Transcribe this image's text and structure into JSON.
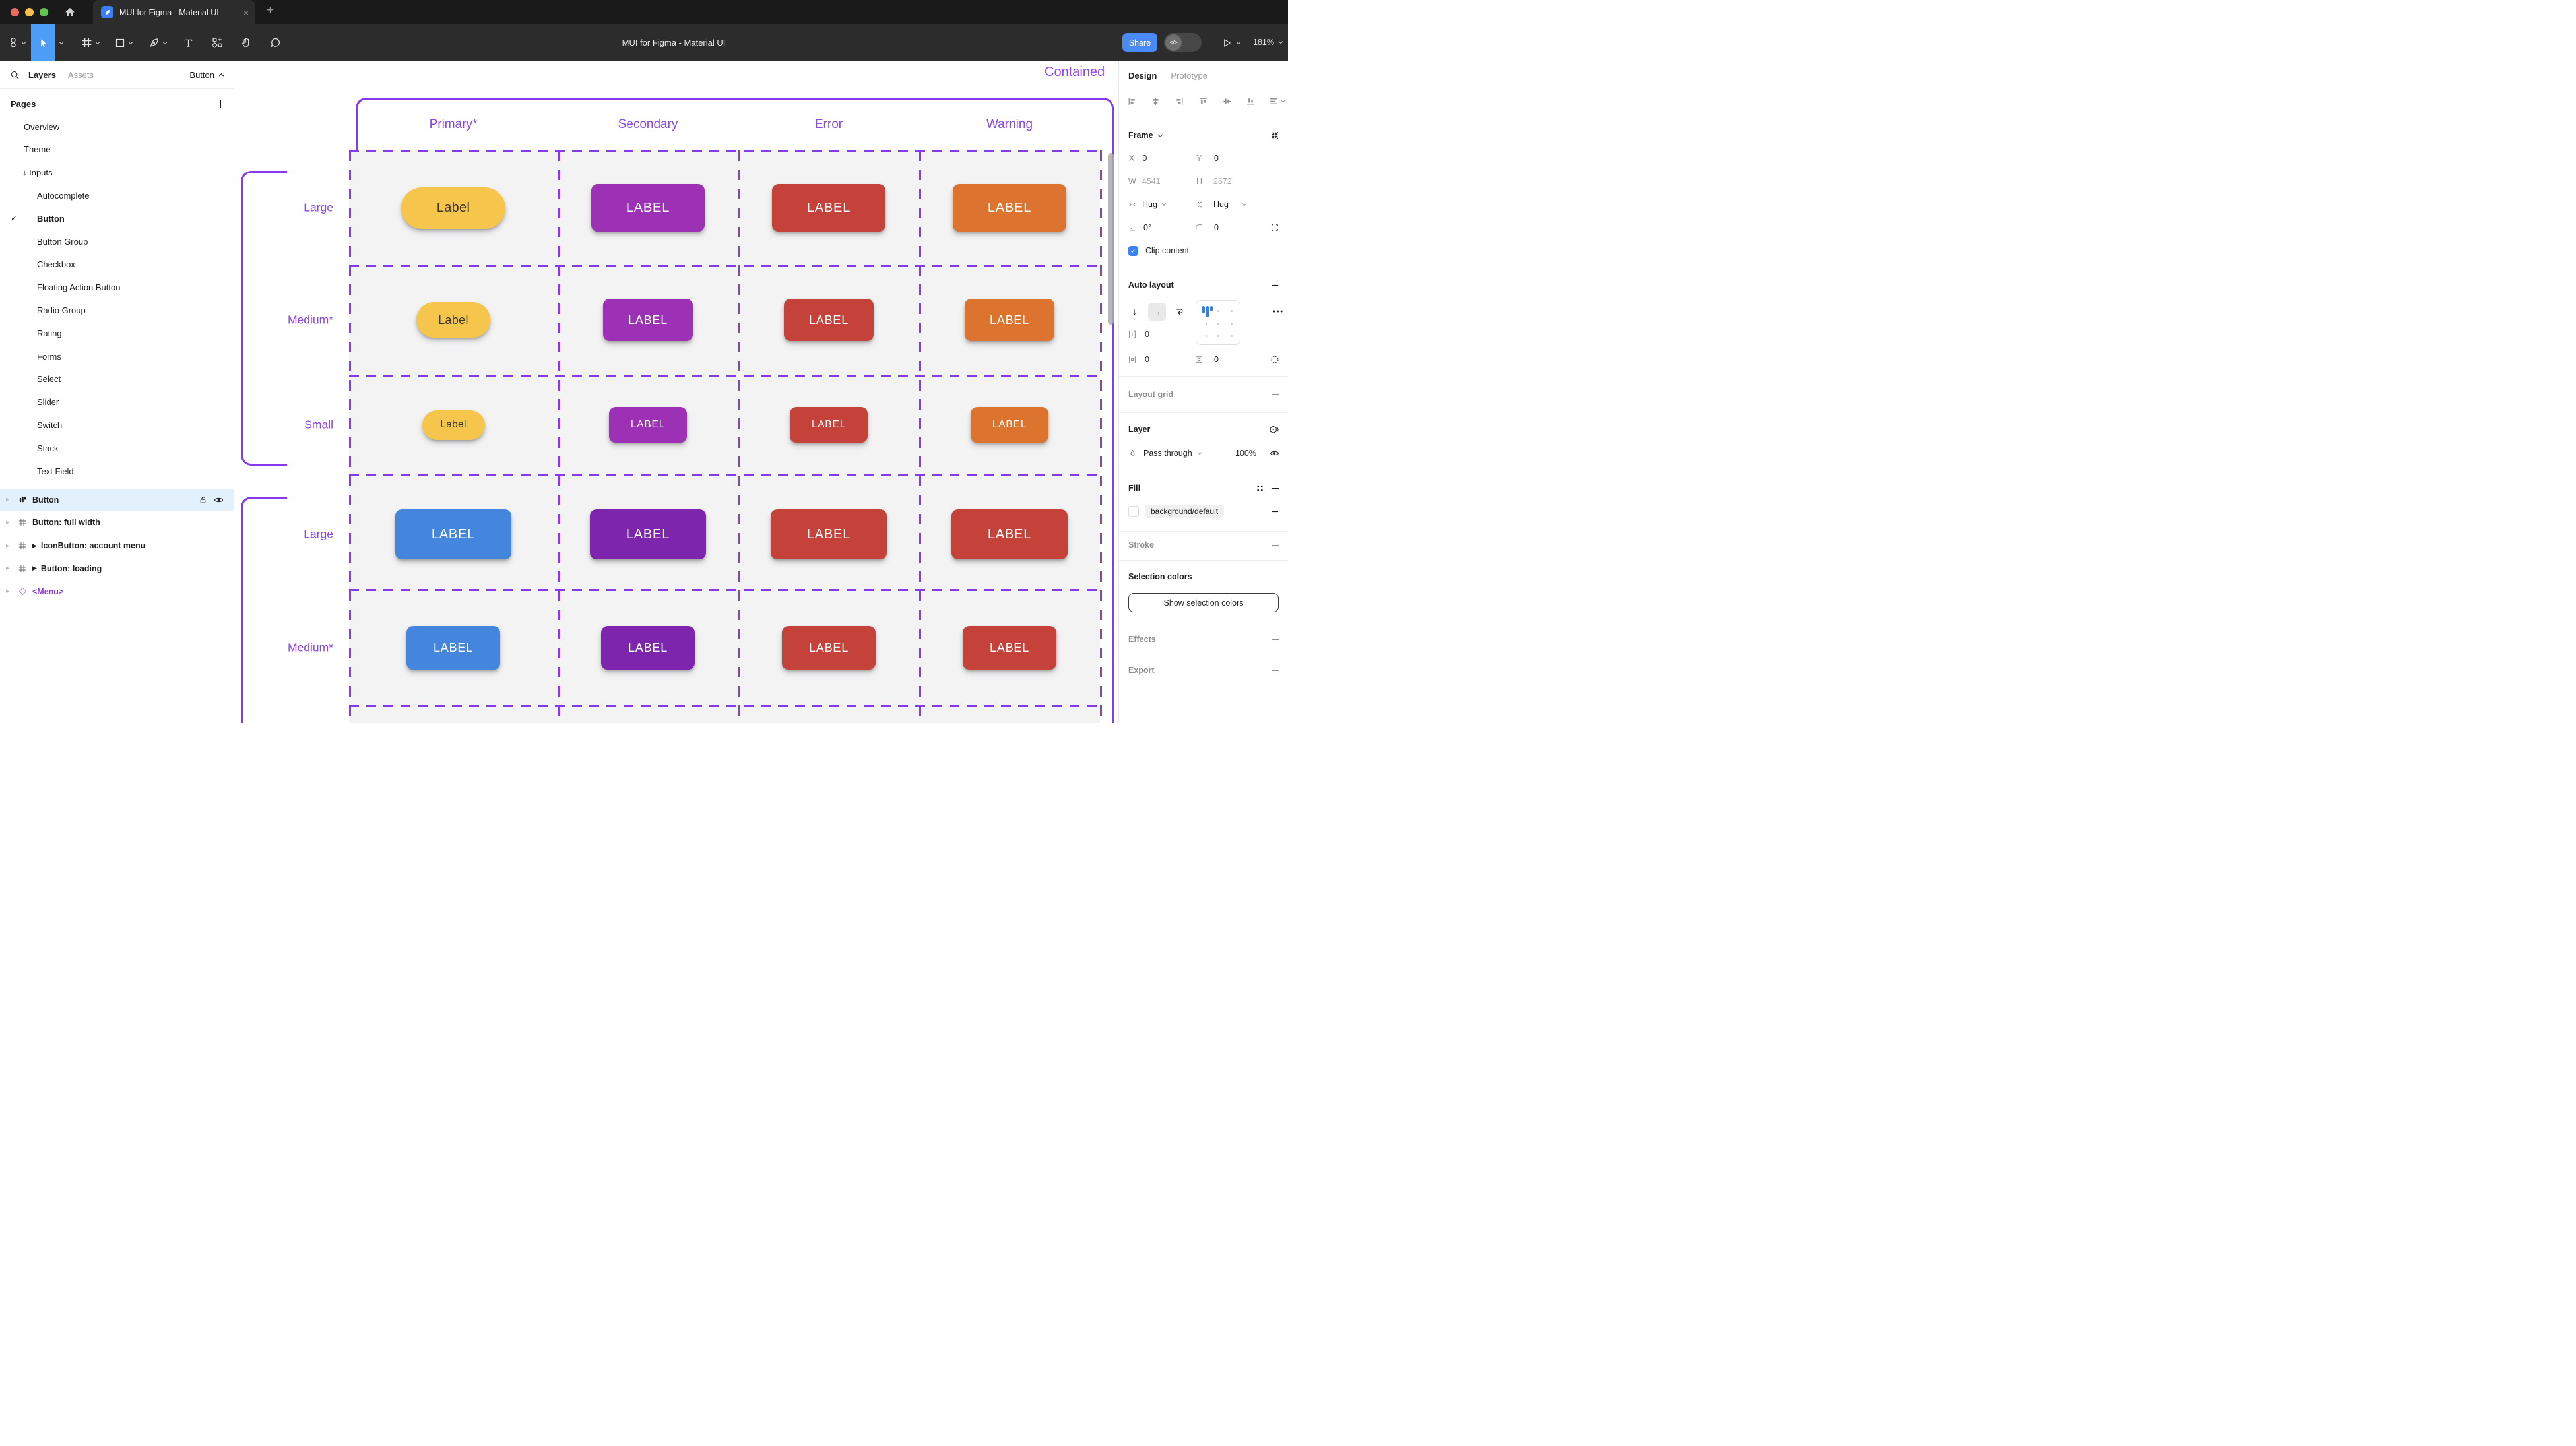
{
  "colors": {
    "accent_blue": "#4d9df6",
    "share_blue": "#4a8af6",
    "figma_purple": "#8639f0",
    "selected_row": "#e3f1fd",
    "cell_gray": "#f3f3f4",
    "yellow": "#f5c64b",
    "yellow_text": "#3e382a",
    "secondary_purple": "#9c31b6",
    "error_red": "#c5423a",
    "warning_orange": "#dc7430",
    "contained_blue": "#4486de",
    "contained_purple": "#7d26ad"
  },
  "window": {
    "tab_title": "MUI for Figma - Material UI",
    "close_glyph": "×",
    "new_tab_glyph": "+"
  },
  "toolbar": {
    "doc_title": "MUI for Figma - Material UI",
    "share_label": "Share",
    "dev_toggle_glyph": "</>",
    "zoom_level": "181%"
  },
  "sidebar": {
    "tab_layers": "Layers",
    "tab_assets": "Assets",
    "jump_label": "Button",
    "pages_title": "Pages",
    "pages": [
      {
        "label": "Overview",
        "level": 1
      },
      {
        "label": "Theme",
        "level": 1
      },
      {
        "label": "Inputs",
        "level": 1,
        "prefix": "↓"
      },
      {
        "label": "Autocomplete",
        "level": 2
      },
      {
        "label": "Button",
        "level": 2,
        "checked": true,
        "bold": true
      },
      {
        "label": "Button Group",
        "level": 2
      },
      {
        "label": "Checkbox",
        "level": 2
      },
      {
        "label": "Floating Action Button",
        "level": 2
      },
      {
        "label": "Radio Group",
        "level": 2
      },
      {
        "label": "Rating",
        "level": 2
      },
      {
        "label": "Forms",
        "level": 2
      },
      {
        "label": "Select",
        "level": 2
      },
      {
        "label": "Slider",
        "level": 2
      },
      {
        "label": "Switch",
        "level": 2
      },
      {
        "label": "Stack",
        "level": 2
      },
      {
        "label": "Text Field",
        "level": 2
      }
    ],
    "layers": [
      {
        "label": "Button",
        "icon": "autolayout",
        "selected": true,
        "trailing": true
      },
      {
        "label": "Button: full width",
        "icon": "frame"
      },
      {
        "label": "IconButton: account menu",
        "icon": "frame",
        "play": true
      },
      {
        "label": "Button: loading",
        "icon": "frame",
        "play": true
      },
      {
        "label": "<Menu>",
        "icon": "diamond",
        "purple": true
      }
    ]
  },
  "canvas": {
    "frame_title": "Contained",
    "columns": [
      "Primary*",
      "Secondary",
      "Error",
      "Warning"
    ],
    "rows": [
      {
        "size_label": "Large",
        "size": "lg",
        "buttons": [
          {
            "label": "Label",
            "bg": "#f5c64b",
            "fg": "#3e382a",
            "pill": true
          },
          {
            "label": "LABEL",
            "bg": "#9c31b6",
            "fg": "#ffffff"
          },
          {
            "label": "LABEL",
            "bg": "#c5423a",
            "fg": "#ffffff"
          },
          {
            "label": "LABEL",
            "bg": "#dc7430",
            "fg": "#ffffff"
          }
        ]
      },
      {
        "size_label": "Medium*",
        "size": "md",
        "buttons": [
          {
            "label": "Label",
            "bg": "#f5c64b",
            "fg": "#3e382a",
            "pill": true
          },
          {
            "label": "LABEL",
            "bg": "#9c31b6",
            "fg": "#ffffff"
          },
          {
            "label": "LABEL",
            "bg": "#c5423a",
            "fg": "#ffffff"
          },
          {
            "label": "LABEL",
            "bg": "#dc7430",
            "fg": "#ffffff"
          }
        ]
      },
      {
        "size_label": "Small",
        "size": "sm",
        "buttons": [
          {
            "label": "Label",
            "bg": "#f5c64b",
            "fg": "#3e382a",
            "pill": true
          },
          {
            "label": "LABEL",
            "bg": "#9c31b6",
            "fg": "#ffffff"
          },
          {
            "label": "LABEL",
            "bg": "#c5423a",
            "fg": "#ffffff"
          },
          {
            "label": "LABEL",
            "bg": "#dc7430",
            "fg": "#ffffff"
          }
        ]
      },
      {
        "size_label": "Large",
        "size": "lg2",
        "buttons": [
          {
            "label": "LABEL",
            "bg": "#4486de",
            "fg": "#ffffff"
          },
          {
            "label": "LABEL",
            "bg": "#7d26ad",
            "fg": "#ffffff"
          },
          {
            "label": "LABEL",
            "bg": "#c5423a",
            "fg": "#ffffff"
          },
          {
            "label": "LABEL",
            "bg": "#c5423a",
            "fg": "#ffffff"
          }
        ]
      },
      {
        "size_label": "Medium*",
        "size": "md2",
        "buttons": [
          {
            "label": "LABEL",
            "bg": "#4486de",
            "fg": "#ffffff"
          },
          {
            "label": "LABEL",
            "bg": "#7d26ad",
            "fg": "#ffffff"
          },
          {
            "label": "LABEL",
            "bg": "#c5423a",
            "fg": "#ffffff"
          },
          {
            "label": "LABEL",
            "bg": "#c5423a",
            "fg": "#ffffff"
          }
        ]
      }
    ]
  },
  "inspector": {
    "tab_design": "Design",
    "tab_prototype": "Prototype",
    "frame": {
      "title": "Frame",
      "x_label": "X",
      "x": "0",
      "y_label": "Y",
      "y": "0",
      "w_label": "W",
      "w": "4541",
      "h_label": "H",
      "h": "2672",
      "hug_h": "Hug",
      "hug_v": "Hug",
      "rotation": "0°",
      "radius": "0",
      "clip_label": "Clip content",
      "clip_check": "✓"
    },
    "auto_layout": {
      "title": "Auto layout",
      "dir_down": "↓",
      "dir_right": "→",
      "gap": "0",
      "pad_h": "0",
      "pad_v": "0"
    },
    "layout_grid": {
      "title": "Layout grid"
    },
    "layer": {
      "title": "Layer",
      "blend_mode": "Pass through",
      "opacity": "100%"
    },
    "fill": {
      "title": "Fill",
      "token": "background/default"
    },
    "stroke": {
      "title": "Stroke"
    },
    "selection_colors": {
      "title": "Selection colors",
      "button_label": "Show selection colors"
    },
    "effects": {
      "title": "Effects"
    },
    "export": {
      "title": "Export"
    }
  }
}
